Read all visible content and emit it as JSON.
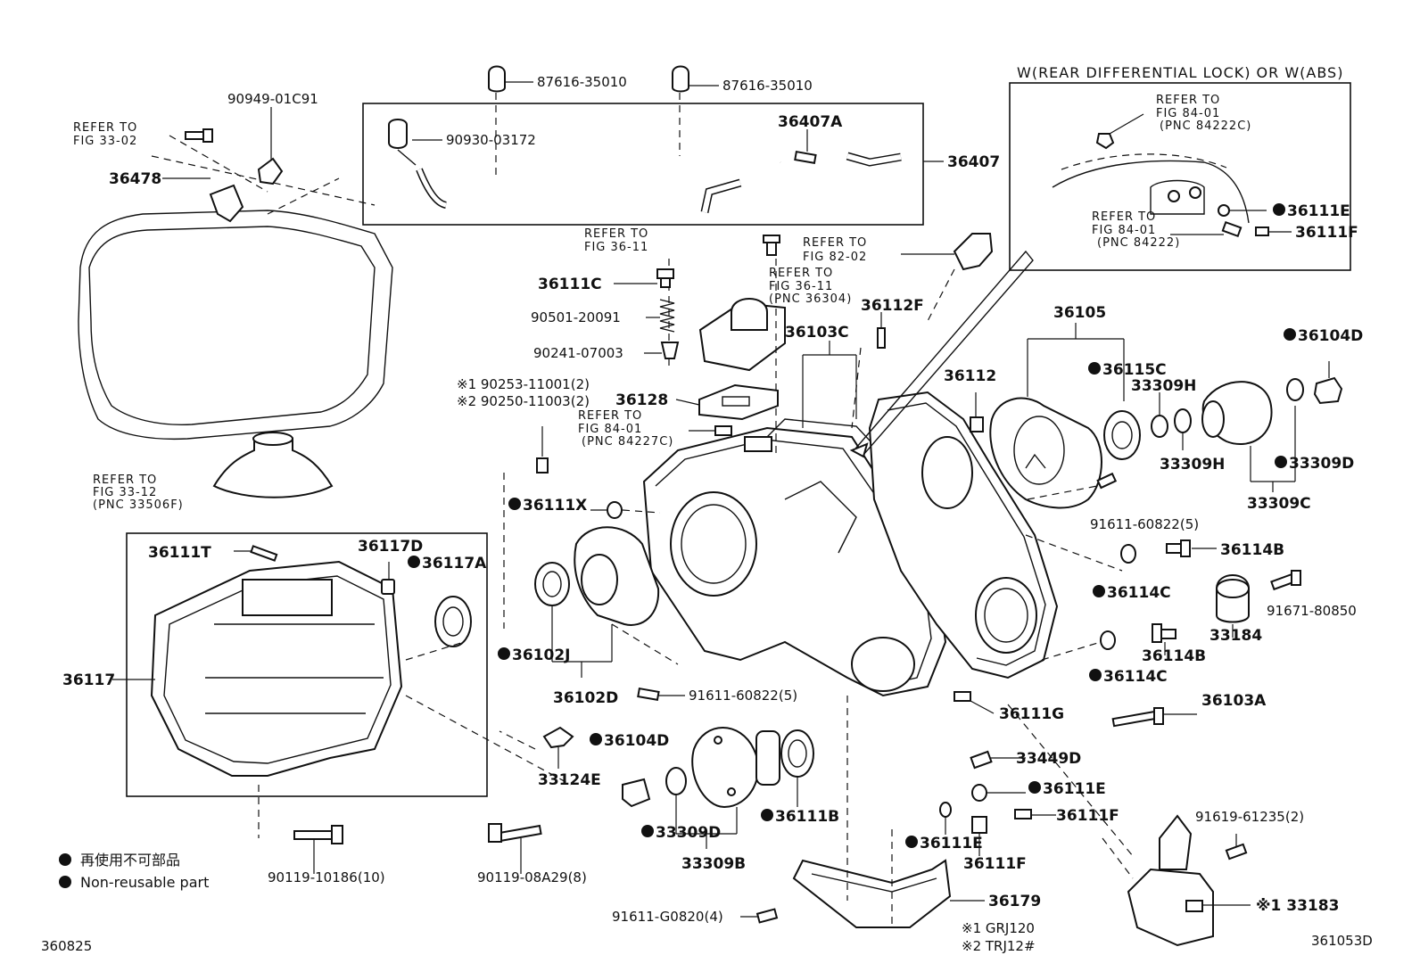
{
  "header": {
    "variant_note": "W(REAR DIFFERENTIAL LOCK) OR W(ABS)"
  },
  "refs": {
    "fig_33_02": [
      "REFER TO",
      "FIG 33-02"
    ],
    "fig_33_12": [
      "REFER TO",
      "FIG 33-12",
      "(PNC 33506F)"
    ],
    "fig_36_11_a": [
      "REFER TO",
      "FIG 36-11"
    ],
    "fig_36_11_b": [
      "REFER TO",
      "FIG 36-11",
      "(PNC 36304)"
    ],
    "fig_82_02": [
      "REFER TO",
      "FIG 82-02"
    ],
    "fig_84_01_main": [
      "REFER TO",
      "FIG 84-01",
      "(PNC 84227C)"
    ],
    "fig_84_01_inset_top": [
      "REFER TO",
      "FIG 84-01",
      "(PNC 84222C)"
    ],
    "fig_84_01_inset_bottom": [
      "REFER TO",
      "FIG 84-01",
      "(PNC 84222)"
    ]
  },
  "labels": {
    "p90949": "90949-01C91",
    "p36478": "36478",
    "p87616a": "87616-35010",
    "p87616b": "87616-35010",
    "p90930": "90930-03172",
    "p36407A": "36407A",
    "p36407": "36407",
    "p36111E_inset": "36111E",
    "p36111F_inset": "36111F",
    "p36111C": "36111C",
    "p90501": "90501-20091",
    "p90241": "90241-07003",
    "p90253": "※1 90253-11001(2)",
    "p90250": "※2 90250-11003(2)",
    "p36128": "36128",
    "p36103C": "36103C",
    "p36112F": "36112F",
    "p36112": "36112",
    "p36105": "36105",
    "p36104D_top": "36104D",
    "p36115C": "36115C",
    "p33309H_a": "33309H",
    "p33309H_b": "33309H",
    "p33309D_top": "33309D",
    "p33309C": "33309C",
    "p91611_right": "91611-60822(5)",
    "p36111X": "36111X",
    "p36111T": "36111T",
    "p36117D": "36117D",
    "p36117A": "36117A",
    "p36117": "36117",
    "p36114B_a": "36114B",
    "p36114C_a": "36114C",
    "p91671": "91671-80850",
    "p33184": "33184",
    "p36114B_b": "36114B",
    "p36114C_b": "36114C",
    "p36103A": "36103A",
    "p36102J": "36102J",
    "p36102D": "36102D",
    "p91611_mid": "91611-60822(5)",
    "p36111G": "36111G",
    "p33124E": "33124E",
    "p36104D_bottom": "36104D",
    "p33449D": "33449D",
    "p36111E_a": "36111E",
    "p36111B": "36111B",
    "p36111F_a": "36111F",
    "p33309D_bottom": "33309D",
    "p33309B": "33309B",
    "p36111E_b": "36111E",
    "p36111F_b": "36111F",
    "p91619": "91619-61235(2)",
    "p90119_a": "90119-10186(10)",
    "p90119_b": "90119-08A29(8)",
    "p36179": "36179",
    "p91611_bottom": "91611-G0820(4)",
    "p33183": "※1 33183"
  },
  "notes": {
    "model_1": "※1 GRJ120",
    "model_2": "※2 TRJ12#"
  },
  "legend": {
    "japanese": "再使用不可部品",
    "english": "Non-reusable part"
  },
  "footer": {
    "left_code": "360825",
    "right_code": "361053D"
  }
}
